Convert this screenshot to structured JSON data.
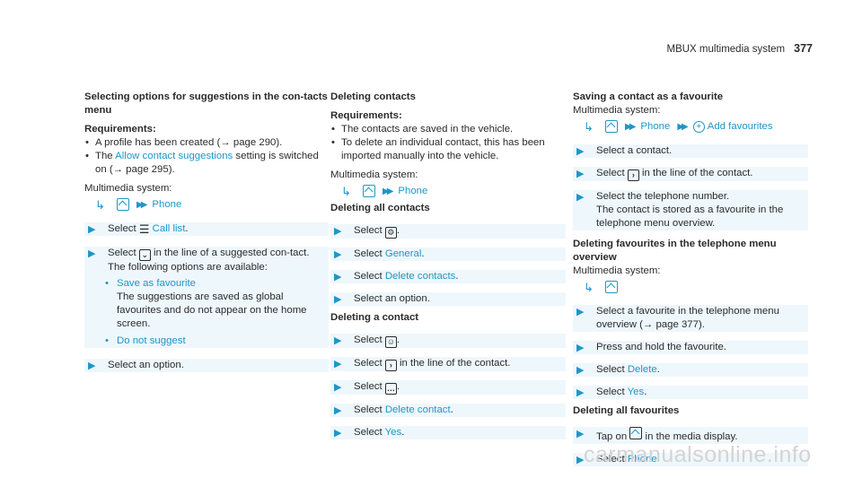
{
  "header": {
    "title": "MBUX multimedia system",
    "page": "377"
  },
  "col1": {
    "heading": "Selecting options for suggestions in the con-tacts menu",
    "req_title": "Requirements:",
    "req1_pre": "A profile has been created (→ page 290).",
    "req2_pre": "The ",
    "req2_link": "Allow contact suggestions",
    "req2_post": " setting is switched on (→ page 295).",
    "system": "Multimedia system:",
    "path_phone": "Phone",
    "step1_pre": "Select ",
    "step1_link": "Call list",
    "step1_post": ".",
    "step2_pre": "Select ",
    "step2_post": " in the line of a suggested con-tact.",
    "step2_note": "The following options are available:",
    "opt1_link": "Save as favourite",
    "opt1_text": "The suggestions are saved as global favourites and do not appear on the home screen.",
    "opt2_link": "Do not suggest",
    "step3": "Select an option."
  },
  "col2": {
    "heading": "Deleting contacts",
    "req_title": "Requirements:",
    "req1": "The contacts are saved in the vehicle.",
    "req2": "To delete an individual contact, this has been imported manually into the vehicle.",
    "system": "Multimedia system:",
    "path_phone": "Phone",
    "sub1": "Deleting all contacts",
    "s1_pre": "Select ",
    "s1_post": ".",
    "s2_pre": "Select ",
    "s2_link": "General",
    "s2_post": ".",
    "s3_pre": "Select ",
    "s3_link": "Delete contacts",
    "s3_post": ".",
    "s4": "Select an option.",
    "sub2": "Deleting a contact",
    "t1_pre": "Select ",
    "t1_post": ".",
    "t2_pre": "Select ",
    "t2_post": " in the line of the contact.",
    "t3_pre": "Select ",
    "t3_post": ".",
    "t4_pre": "Select ",
    "t4_link": "Delete contact",
    "t4_post": ".",
    "t5_pre": "Select ",
    "t5_link": "Yes",
    "t5_post": "."
  },
  "col3": {
    "heading": "Saving a contact as a favourite",
    "system": "Multimedia system:",
    "path_phone": "Phone",
    "path_add": "Add favourites",
    "s1": "Select a contact.",
    "s2_pre": "Select ",
    "s2_post": " in the line of the contact.",
    "s3": "Select the telephone number.",
    "s3_note": "The contact is stored as a favourite in the telephone menu overview.",
    "sub1": "Deleting favourites in the telephone menu overview",
    "system2": "Multimedia system:",
    "u1": "Select a favourite in the telephone menu overview (→ page 377).",
    "u2": "Press and hold the favourite.",
    "u3_pre": "Select ",
    "u3_link": "Delete",
    "u3_post": ".",
    "u4_pre": "Select ",
    "u4_link": "Yes",
    "u4_post": ".",
    "sub2": "Deleting all favourites",
    "v1_pre": "Tap on ",
    "v1_post": " in the media display.",
    "v2_pre": "Select ",
    "v2_link": "Phone",
    "v2_post": "."
  },
  "watermark": "carmanualsonline.info"
}
